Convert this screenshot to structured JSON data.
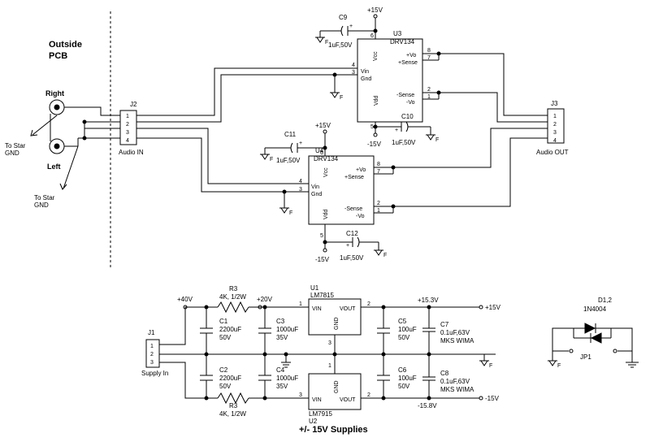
{
  "outside": {
    "line1": "Outside",
    "line2": "PCB"
  },
  "jacks": {
    "right": "Right",
    "left": "Left"
  },
  "star_gnd": {
    "a1": "To Star",
    "a2": "GND",
    "b1": "To Star",
    "b2": "GND"
  },
  "j2": {
    "ref": "J2",
    "name": "Audio IN",
    "pins": [
      "1",
      "2",
      "3",
      "4"
    ]
  },
  "j3": {
    "ref": "J3",
    "name": "Audio OUT",
    "pins": [
      "1",
      "2",
      "3",
      "4"
    ]
  },
  "u3": {
    "ref": "U3",
    "part": "DRV134",
    "vcc": "Vcc",
    "vin": "Vin",
    "gnd": "Gnd",
    "vdd": "Vdd",
    "vo_p": "+Vo",
    "sense_p": "+Sense",
    "sense_n": "-Sense",
    "vo_n": "-Vo",
    "pins": {
      "p6": "6",
      "p4": "4",
      "p3": "3",
      "p5": "5",
      "p8": "8",
      "p7": "7",
      "p2": "2",
      "p1": "1"
    }
  },
  "u4": {
    "ref": "U4",
    "part": "DRV134",
    "vcc": "Vcc",
    "vin": "Vin",
    "gnd": "Gnd",
    "vdd": "Vdd",
    "vo_p": "+Vo",
    "sense_p": "+Sense",
    "sense_n": "-Sense",
    "vo_n": "-Vo",
    "pins": {
      "p6": "6",
      "p4": "4",
      "p3": "3",
      "p5": "5",
      "p8": "8",
      "p7": "7",
      "p2": "2",
      "p1": "1"
    }
  },
  "rails": {
    "p15a": "+15V",
    "p15b": "+15V",
    "n15a": "-15V",
    "n15b": "-15V"
  },
  "caps": {
    "c9": {
      "ref": "C9",
      "val": "1uF,50V"
    },
    "c10": {
      "ref": "C10",
      "val": "1uF,50V"
    },
    "c11": {
      "ref": "C11",
      "val": "1uF,50V"
    },
    "c12": {
      "ref": "C12",
      "val": "1uF,50V"
    }
  },
  "supply": {
    "j1": {
      "ref": "J1",
      "name": "Supply In",
      "pins": [
        "1",
        "2",
        "3"
      ]
    },
    "r3a": {
      "ref": "R3",
      "val": "4K, 1/2W"
    },
    "r3b": {
      "ref": "R3",
      "val": "4K, 1/2W"
    },
    "v40": "+40V",
    "v20": "+20V",
    "v153": "+15.3V",
    "v158": "-15.8V",
    "out_p": "+15V",
    "out_n": "-15V",
    "c1": {
      "ref": "C1",
      "val": "2200uF",
      "v": "50V"
    },
    "c2": {
      "ref": "C2",
      "val": "2200uF",
      "v": "50V"
    },
    "c3": {
      "ref": "C3",
      "val": "1000uF",
      "v": "35V"
    },
    "c4": {
      "ref": "C4",
      "val": "1000uF",
      "v": "35V"
    },
    "c5": {
      "ref": "C5",
      "val": "100uF",
      "v": "50V"
    },
    "c6": {
      "ref": "C6",
      "val": "100uF",
      "v": "50V"
    },
    "c7": {
      "ref": "C7",
      "val": "0.1uF,63V",
      "v": "MKS WIMA"
    },
    "c8": {
      "ref": "C8",
      "val": "0.1uF,63V",
      "v": "MKS WIMA"
    },
    "u1": {
      "ref": "U1",
      "part": "LM7815",
      "vin": "VIN",
      "vout": "VOUT",
      "gnd": "GND",
      "p1": "1",
      "p2": "2",
      "p3": "3"
    },
    "u2": {
      "ref": "U2",
      "part": "LM7915",
      "vin": "VIN",
      "vout": "VOUT",
      "gnd": "GND",
      "p1": "1",
      "p2": "2",
      "p3": "3"
    },
    "title": "+/- 15V Supplies"
  },
  "diode": {
    "ref": "D1,2",
    "part": "1N4004",
    "jp": "JP1"
  },
  "gnd_label": "F"
}
